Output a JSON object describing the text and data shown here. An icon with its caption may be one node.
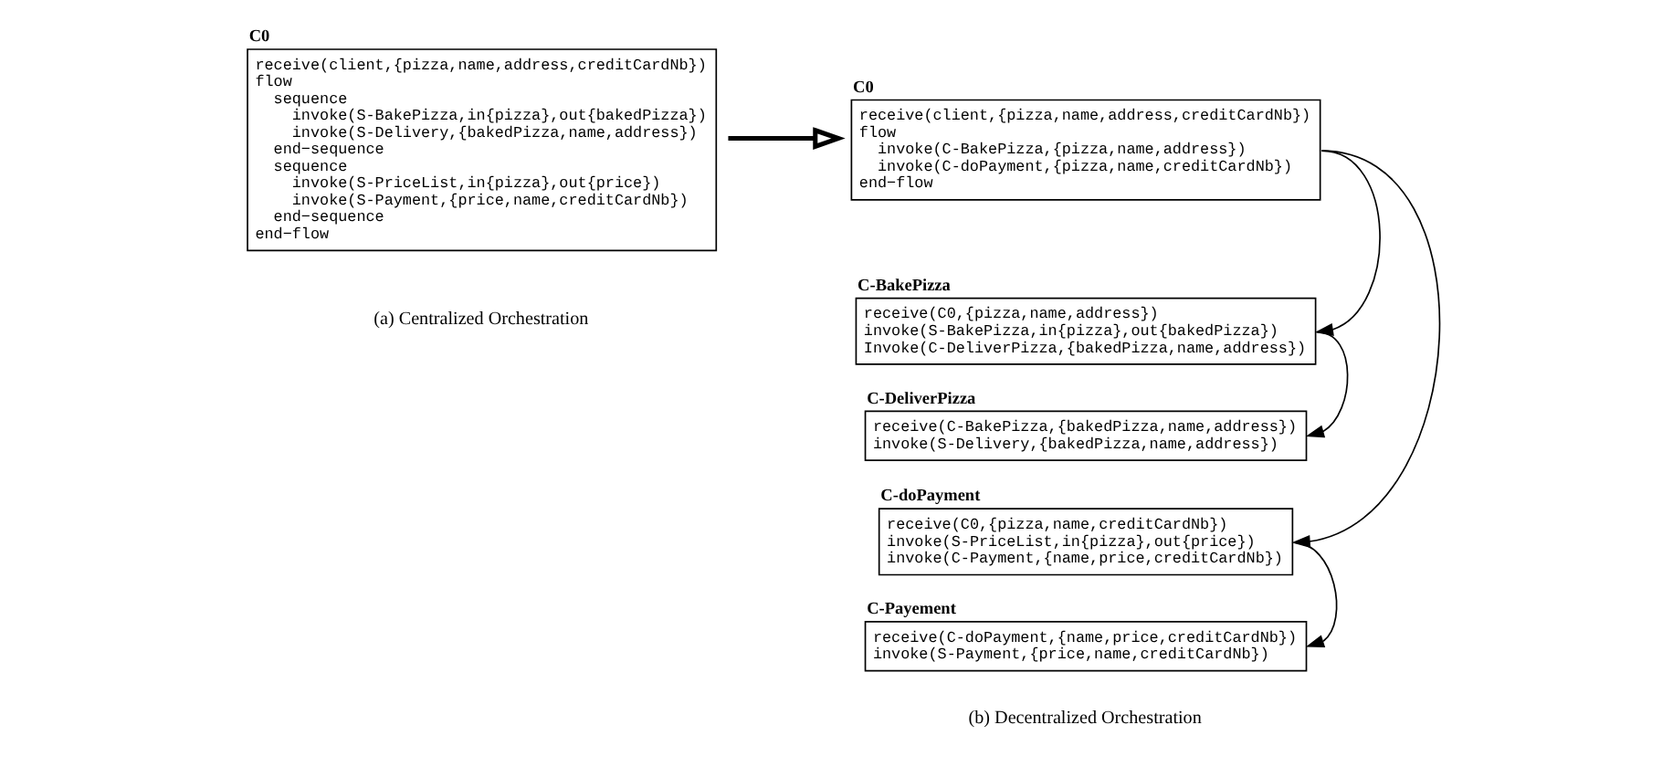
{
  "diagram": {
    "nodes": [
      {
        "text": [
          "C0",
          "receive(client,{pizza,name,address,creditCardNb})",
          "flow",
          "  sequence",
          "    invoke(S-BakePizza,in{pizza},out{bakedPizza})",
          "    invoke(S-Delivery,{bakedPizza,name,address})",
          "  end−sequence",
          "  sequence",
          "    invoke(S-PriceList,in{pizza},out{price})",
          "    invoke(S-Payment,{price,name,creditCardNb})",
          "  end−sequence",
          "end−flow"
        ]
      },
      {
        "text": [
          "C0",
          "receive(client,{pizza,name,address,creditCardNb})",
          "flow",
          "  invoke(C-BakePizza,{pizza,name,address})",
          "  invoke(C-doPayment,{pizza,name,creditCardNb})",
          "end−flow"
        ]
      },
      {
        "text": [
          "C-BakePizza",
          "receive(C0,{pizza,name,address})",
          "invoke(S-BakePizza,in{pizza},out{bakedPizza})",
          "Invoke(C-DeliverPizza,{bakedPizza,name,address})"
        ]
      },
      {
        "text": [
          "C-DeliverPizza",
          "receive(C-BakePizza,{bakedPizza,name,address})",
          "invoke(S-Delivery,{bakedPizza,name,address})"
        ]
      },
      {
        "text": [
          "C-doPayment",
          "receive(C0,{pizza,name,creditCardNb})",
          "invoke(S-PriceList,in{pizza},out{price})",
          "invoke(C-Payment,{name,price,creditCardNb})"
        ]
      },
      {
        "text": [
          "C-Payement",
          "receive(C-doPayment,{name,price,creditCardNb})",
          "invoke(S-Payment,{price,name,creditCardNb})"
        ]
      }
    ],
    "edges": [
      {
        "from": 0,
        "to": 1,
        "arrow": "to",
        "style": "thick"
      },
      {
        "from": 1,
        "to": 2,
        "arrow": "to"
      },
      {
        "from": 1,
        "to": 4,
        "arrow": "to"
      },
      {
        "from": 2,
        "to": 3,
        "arrow": "to"
      },
      {
        "from": 4,
        "to": 5,
        "arrow": "to"
      }
    ],
    "labels": [
      "(a) Centralized Orchestration",
      "(b) Decentralized Orchestration"
    ]
  }
}
